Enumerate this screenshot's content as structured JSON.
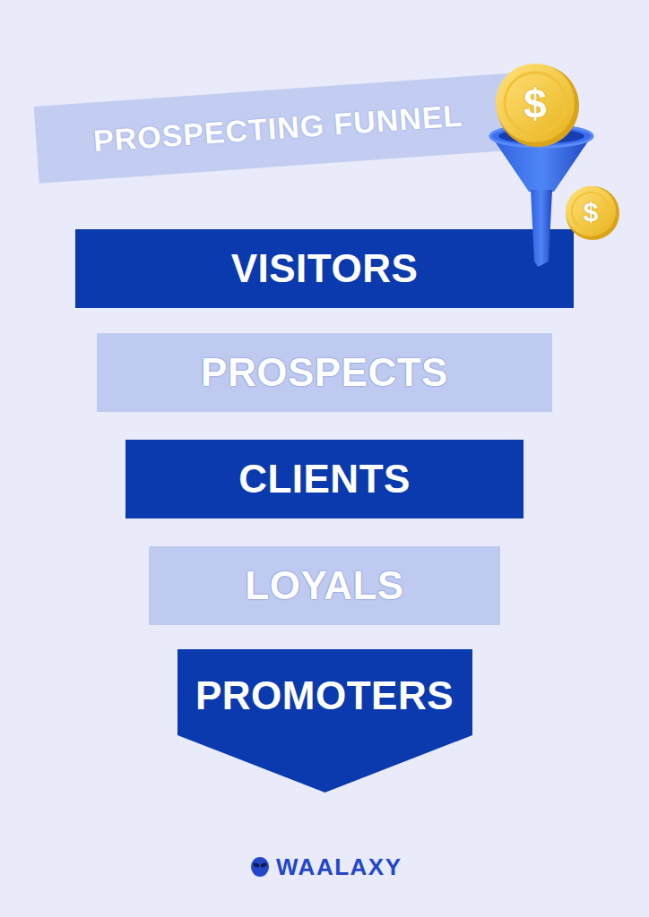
{
  "diagram": {
    "title": "PROSPECTING FUNNEL",
    "nodes": [
      {
        "text": [
          "VISITORS"
        ]
      },
      {
        "text": [
          "PROSPECTS"
        ]
      },
      {
        "text": [
          "CLIENTS"
        ]
      },
      {
        "text": [
          "LOYALS"
        ]
      },
      {
        "text": [
          "PROMOTERS"
        ]
      }
    ],
    "labels": [
      "$",
      "$",
      "WAALAXY"
    ]
  }
}
